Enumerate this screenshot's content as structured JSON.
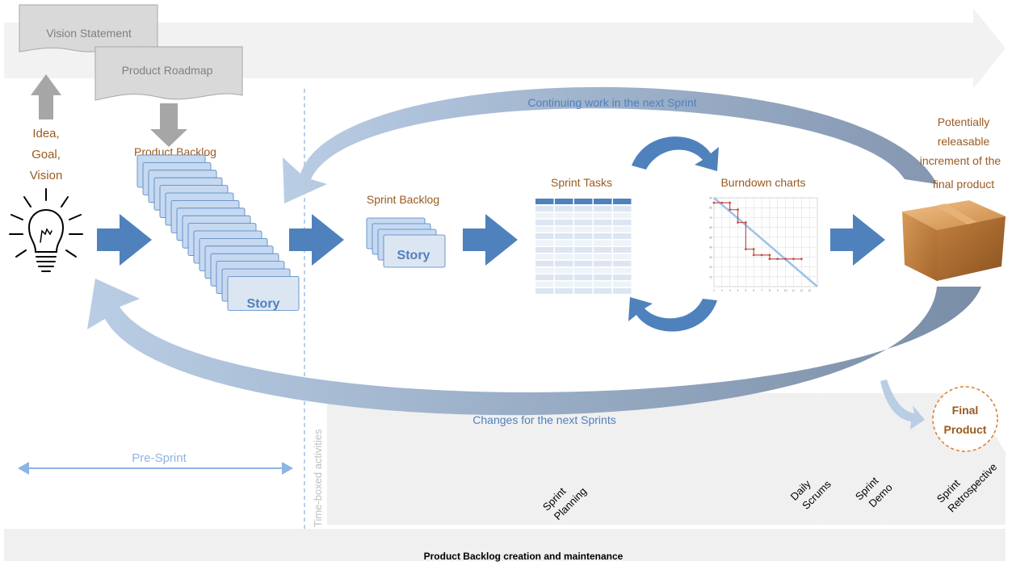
{
  "documents": {
    "vision_statement": "Vision Statement",
    "product_roadmap": "Product Roadmap"
  },
  "idea_label": [
    "Idea,",
    "Goal,",
    "Vision"
  ],
  "product_backlog": {
    "title": "Product Backlog",
    "story_label": "Story"
  },
  "sprint_backlog": {
    "title": "Sprint Backlog",
    "story_label": "Story"
  },
  "sprint_tasks_title": "Sprint Tasks",
  "burndown": {
    "title": "Burndown charts",
    "x_ticks": [
      "1",
      "2",
      "3",
      "4",
      "5",
      "6",
      "7",
      "8",
      "9",
      "10",
      "11",
      "12",
      "13"
    ],
    "y_ticks": [
      "10",
      "20",
      "30",
      "40",
      "50",
      "60",
      "70",
      "80",
      "90"
    ],
    "ideal_line": [
      [
        0,
        90
      ],
      [
        13,
        0
      ]
    ],
    "actual_steps": [
      [
        0,
        85
      ],
      [
        1,
        85
      ],
      [
        2,
        85
      ],
      [
        2,
        78
      ],
      [
        3,
        78
      ],
      [
        3,
        65
      ],
      [
        4,
        65
      ],
      [
        4,
        38
      ],
      [
        5,
        38
      ],
      [
        5,
        32
      ],
      [
        6,
        32
      ],
      [
        7,
        32
      ],
      [
        7,
        28
      ],
      [
        8,
        28
      ],
      [
        9,
        28
      ],
      [
        10,
        28
      ],
      [
        11,
        28
      ]
    ]
  },
  "flow_labels": {
    "continuing": "Continuing work in the next Sprint",
    "changes": "Changes for the next Sprints"
  },
  "increment_label": [
    "Potentially",
    "releasable",
    "increment of the",
    "final product"
  ],
  "pre_sprint": "Pre-Sprint",
  "time_boxed": "Time-boxed activities",
  "events": [
    {
      "line1": "Sprint",
      "line2": "Planning"
    },
    {
      "line1": "Daily",
      "line2": "Scrums"
    },
    {
      "line1": "Sprint",
      "line2": "Demo"
    },
    {
      "line1": "Sprint",
      "line2": "Retrospective"
    }
  ],
  "final_product": [
    "Final",
    "Product"
  ],
  "footer": "Product Backlog creation and maintenance",
  "colors": {
    "accent_brown": "#9a5a1e",
    "arrow_blue": "#4f81bd",
    "light_blue": "#b9cde5",
    "chevron_gray": "#f0f0f0",
    "orange_dashed": "#e07b22"
  }
}
